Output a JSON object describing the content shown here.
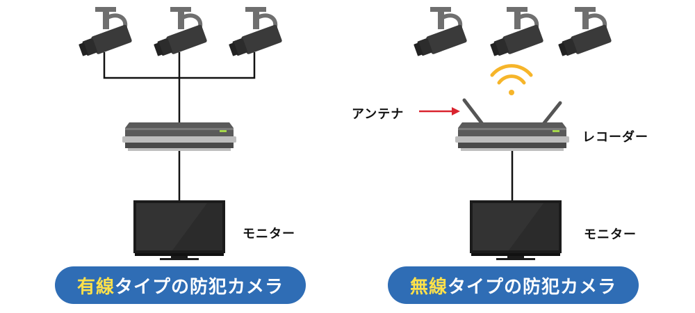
{
  "colors": {
    "pill_bg": "#2f6db5",
    "highlight_text": "#ffe14a",
    "wifi": "#f6b52a",
    "arrow": "#d9232e",
    "camera_body": "#3a3a3a",
    "bracket": "#6f6f6f",
    "recorder_top": "#5a5a5a",
    "recorder_bottom": "#b7b7b7",
    "monitor_frame": "#1b1b1b",
    "wire": "#111111"
  },
  "icons": [
    "security-camera-icon",
    "recorder-icon",
    "monitor-icon",
    "wifi-icon",
    "antenna-icon",
    "arrow-icon"
  ],
  "wired": {
    "monitor_label": "モニター",
    "title_highlight": "有線",
    "title_rest": "タイプの防犯カメラ"
  },
  "wireless": {
    "antenna_label": "アンテナ",
    "recorder_label": "レコーダー",
    "monitor_label": "モニター",
    "title_highlight": "無線",
    "title_rest": "タイプの防犯カメラ"
  }
}
